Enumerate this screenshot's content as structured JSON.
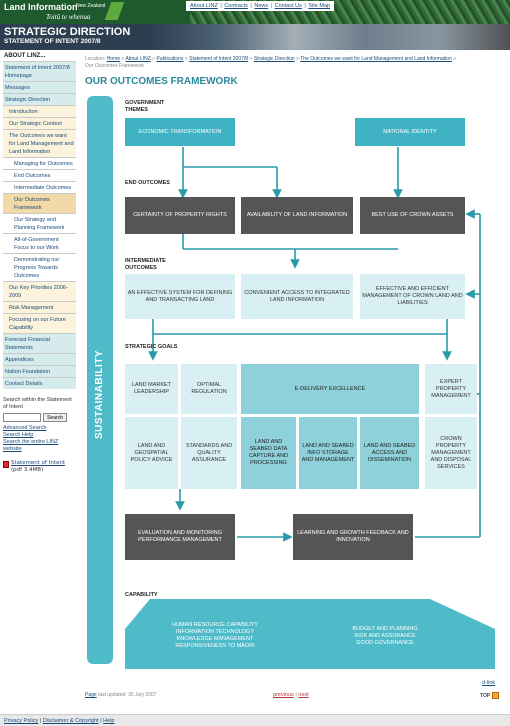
{
  "header": {
    "logo_main": "Land Information",
    "logo_nz": "New Zealand",
    "logo_maori": "Toitū te whenua",
    "top_links": [
      "About LINZ",
      "Contracts",
      "News",
      "Contact Us",
      "Site Map"
    ],
    "title": "STRATEGIC DIRECTION",
    "subtitle": "STATEMENT OF INTENT 2007/8"
  },
  "sidebar": {
    "heading": "ABOUT LINZ...",
    "items": [
      {
        "label": "Statement of Intent 2007/8 Homepage",
        "level": 1
      },
      {
        "label": "Messages",
        "level": 1
      },
      {
        "label": "Strategic Direction",
        "level": 1
      },
      {
        "label": "Introduction",
        "level": 2
      },
      {
        "label": "Our Strategic Context",
        "level": 2
      },
      {
        "label": "The Outcomes we want for Land Management and Land Information",
        "level": 2
      },
      {
        "label": "Managing for Outcomes",
        "level": 3
      },
      {
        "label": "End Outcomes",
        "level": 3
      },
      {
        "label": "Intermediate Outcomes",
        "level": 3
      },
      {
        "label": "Our Outcomes Framework",
        "level": 3,
        "active": true
      },
      {
        "label": "Our Strategy and Planning Framework",
        "level": 3
      },
      {
        "label": "All-of-Government Focus to our Work",
        "level": 3
      },
      {
        "label": "Demonstrating our Progress Towards Outcomes",
        "level": 3
      },
      {
        "label": "Our Key Priorities 2006-2009",
        "level": 2
      },
      {
        "label": "Risk Management",
        "level": 2
      },
      {
        "label": "Focusing on our Future Capability",
        "level": 2
      },
      {
        "label": "Forecast Financial Statements",
        "level": 1
      },
      {
        "label": "Appendices",
        "level": 1
      },
      {
        "label": "Nation Foundation",
        "level": 1
      },
      {
        "label": "Contact Details",
        "level": 1
      }
    ],
    "search_label": "Search within the Statement of Intent",
    "search_button": "Search",
    "search_links": [
      "Advanced Search",
      "Search Help",
      "Search the entire LINZ website"
    ],
    "pdf_link": "Statement of Intent",
    "pdf_size": "(pdf 3.4MB)"
  },
  "breadcrumb": {
    "prefix": "Location:",
    "items": [
      "Home",
      "About LINZ",
      "Publications",
      "Statement of Intent 2007/8",
      "Strategic Direction",
      "The Outcomes we want for Land Management and Land Information"
    ],
    "current": "Our Outcomes Framework"
  },
  "page_title": "OUR OUTCOMES FRAMEWORK",
  "diagram": {
    "side_label": "SUSTAINABILITY",
    "labels": {
      "government_themes": "GOVERNMENT THEMES",
      "end_outcomes": "END OUTCOMES",
      "intermediate_outcomes": "INTERMEDIATE OUTCOMES",
      "strategic_goals": "STRATEGIC GOALS",
      "capability": "CAPABILITY"
    },
    "themes": [
      "ECONOMIC TRANSFORMATION",
      "NATIONAL IDENTITY"
    ],
    "end_outcomes": [
      "CERTAINTY OF PROPERTY RIGHTS",
      "AVAILABILITY OF LAND INFORMATION",
      "BEST USE OF CROWN ASSETS"
    ],
    "intermediate_outcomes": [
      "AN EFFECTIVE SYSTEM FOR DEFINING AND TRANSACTING LAND",
      "CONVENIENT ACCESS TO INTEGRATED LAND INFORMATION",
      "EFFECTIVE AND EFFICIENT MANAGEMENT OF CROWN LAND AND LIABILITIES"
    ],
    "goals": {
      "land_market": "LAND MARKET LEADERSHIP",
      "optimal_regulation": "OPTIMAL REGULATION",
      "e_delivery": "E-DELIVERY EXCELLENCE",
      "expert_property": "EXPERT PROPERTY MANAGEMENT",
      "geospatial": "LAND AND GEOSPATIAL POLICY ADVICE",
      "standards": "STANDARDS AND QUALITY ASSURANCE",
      "seabed_capture": "LAND AND SEABED DATA CAPTURE AND PROCESSING",
      "seabed_storage": "LAND AND SEABED INFO STORAGE AND MANAGEMENT",
      "seabed_access": "LAND AND SEABED ACCESS AND DISSEMINATION",
      "crown_property": "CROWN PROPERTY MANAGEMENT AND DISPOSAL SERVICES"
    },
    "evaluation": "EVALUATION AND MONITORING PERFORMANCE MANAGEMENT",
    "learning": "LEARNING AND GROWTH FEEDBACK AND INNOVATION",
    "capability_left": [
      "HUMAN RESOURCE CAPABILITY",
      "INFORMATION TECHNOLOGY",
      "KNOWLEDGE MANAGEMENT",
      "RESPONSIVENESS TO MĀORI"
    ],
    "capability_right": [
      "BUDGET AND PLANNING",
      "RISK AND ASSURANCE",
      "GOOD GOVERNANCE"
    ],
    "d_link": "d-link"
  },
  "footer": {
    "page_prefix": "Page",
    "updated": "last updated: 30 July 2007",
    "previous": "previous",
    "sep": "|",
    "next": "next",
    "top": "TOP"
  },
  "bottom_bar": [
    "Privacy Policy",
    "Disclaimer & Copyright",
    "Help"
  ],
  "colors": {
    "teal": "#3fb3c3",
    "dark": "#555555",
    "pale": "#d8f0f3",
    "header_green": "#1e5a2e"
  }
}
